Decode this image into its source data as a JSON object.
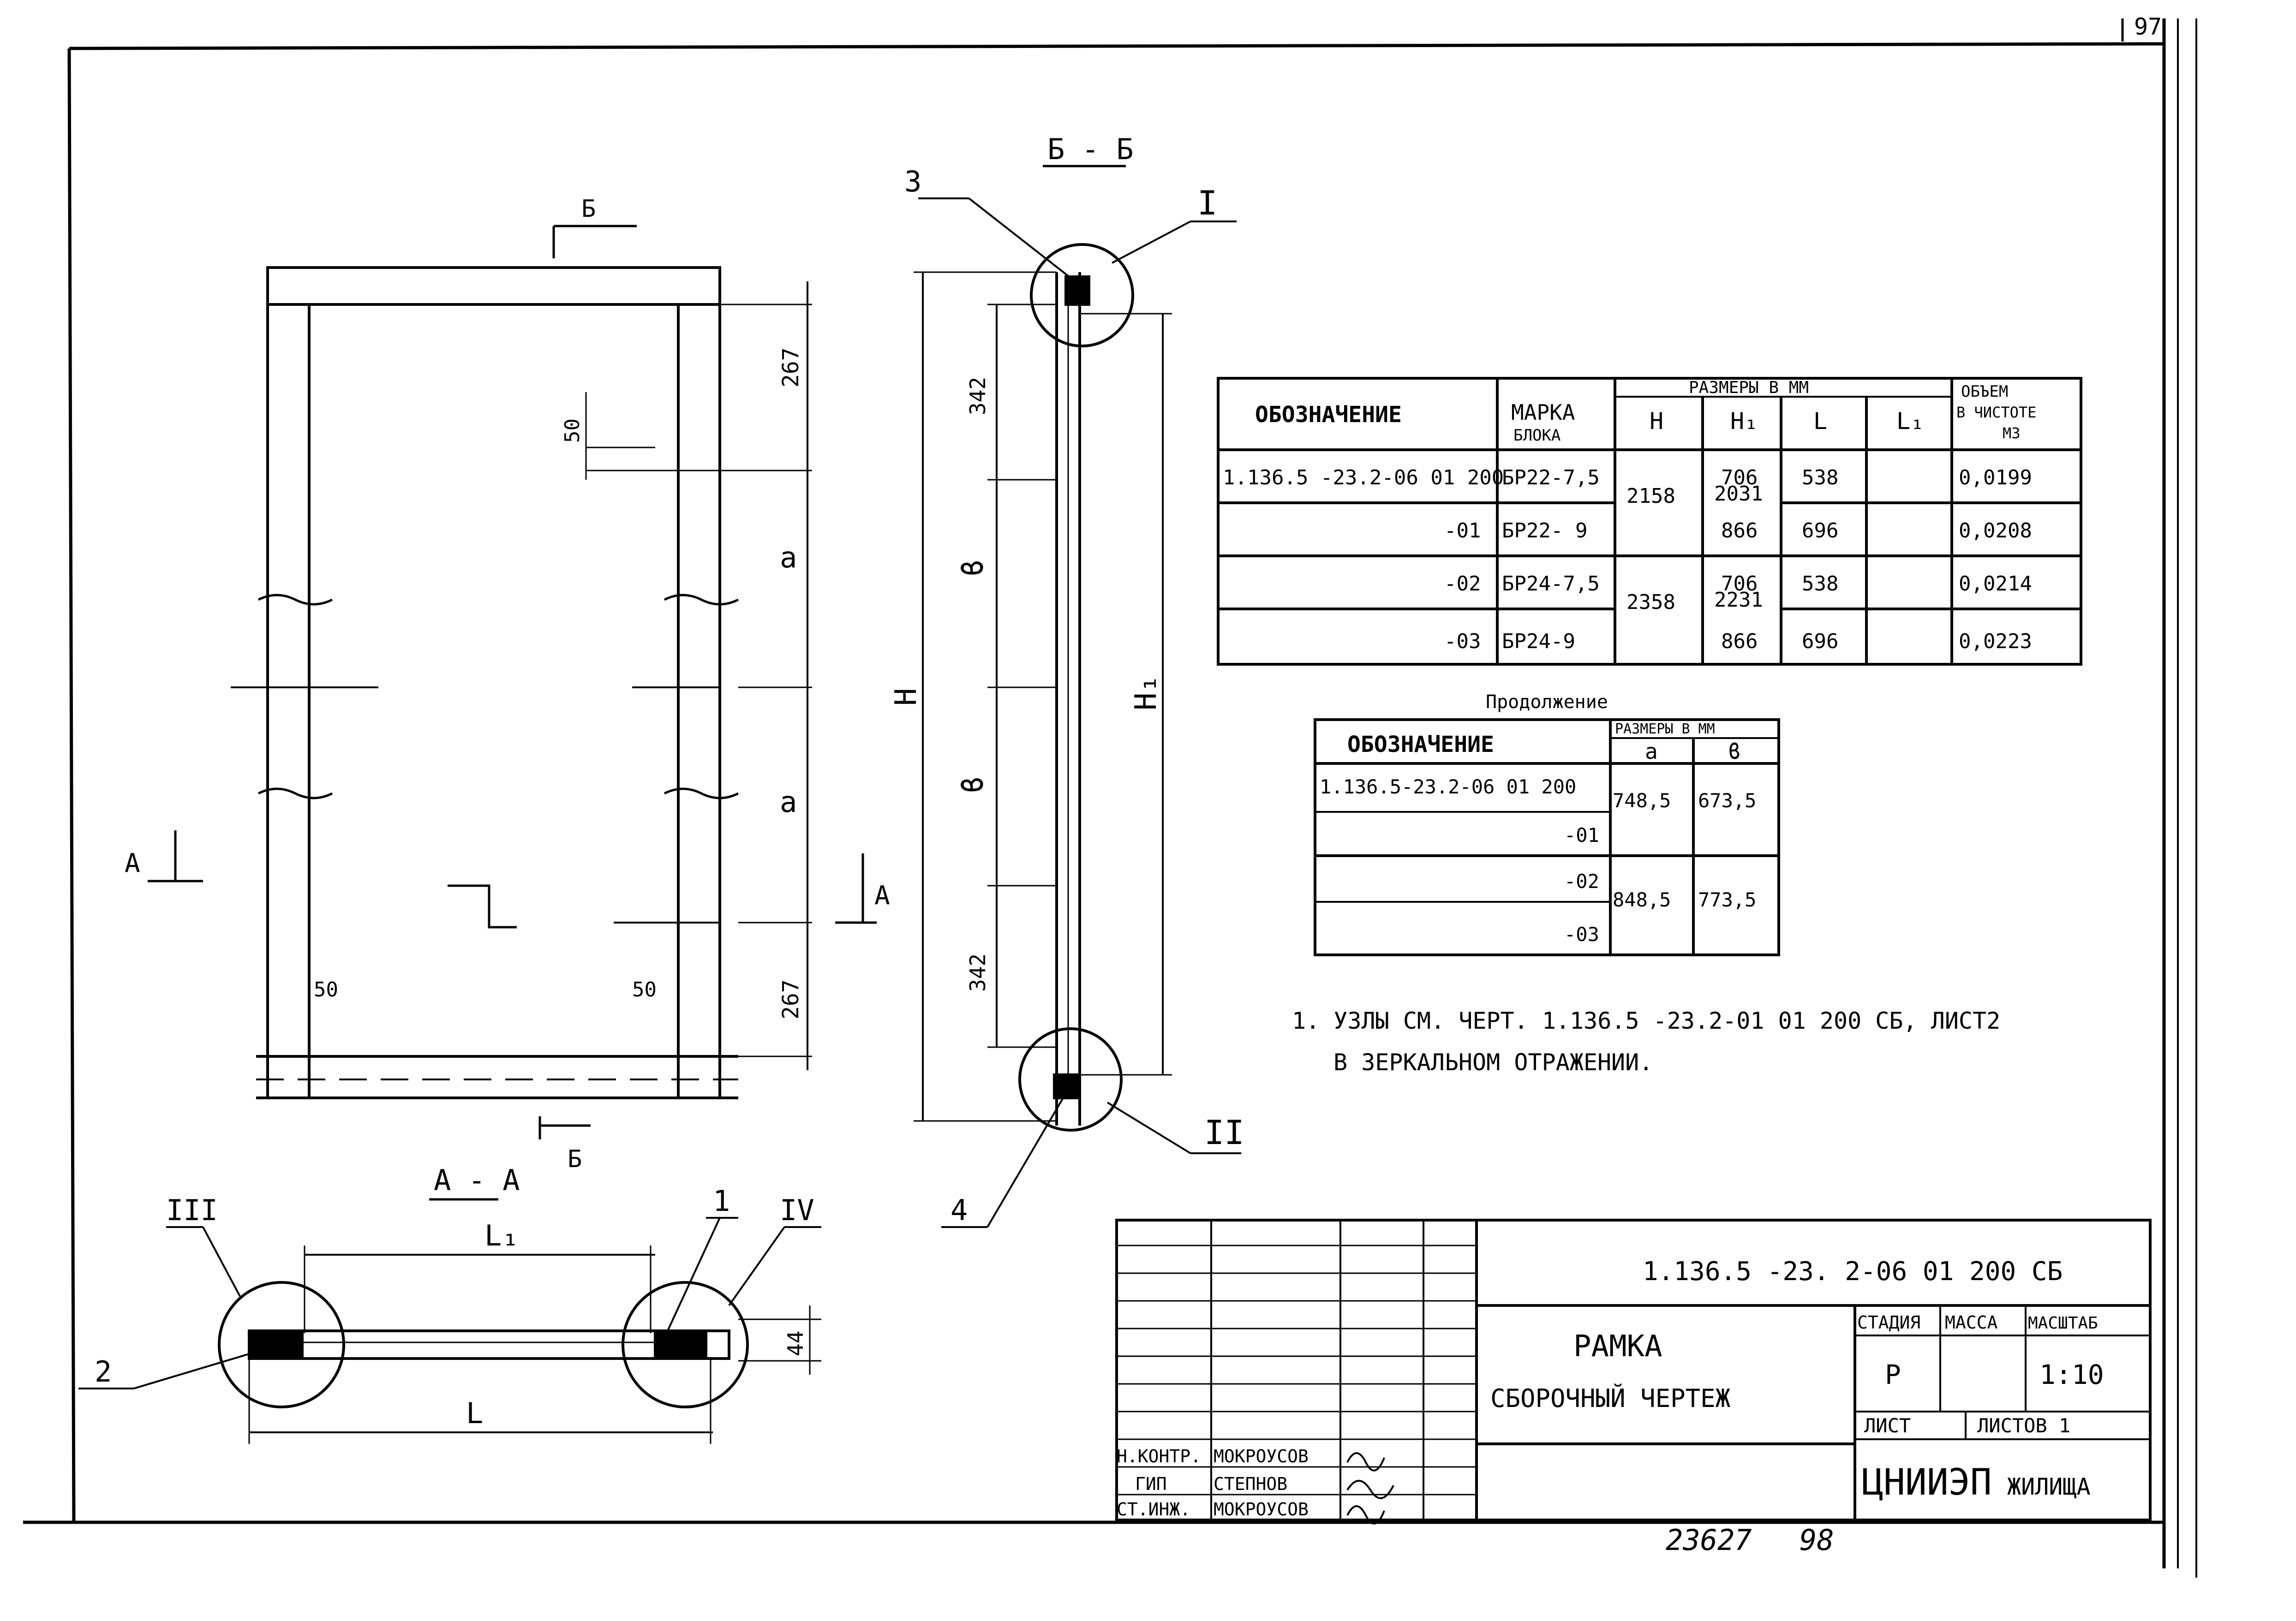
{
  "sheet_number": "97",
  "views": {
    "elevation": {
      "section_mark": "Б",
      "section_mark_bottom": "Б",
      "section_A_left": "А",
      "section_A_right": "А",
      "dims": {
        "top": "267",
        "a1": "a",
        "a2": "a",
        "bottom": "267",
        "gap": "50",
        "left_50": "50",
        "right_50": "50"
      }
    },
    "section_bb": {
      "title": "Б - Б",
      "callout_top": "I",
      "callout_bottom": "II",
      "pos_3": "3",
      "pos_4": "4",
      "dims": {
        "top": "342",
        "b1": "ϐ",
        "b2": "ϐ",
        "bottom": "342",
        "H": "H",
        "H1": "H₁"
      }
    },
    "section_aa": {
      "title": "А - А",
      "callout_left": "III",
      "callout_right": "IV",
      "pos_1": "1",
      "pos_2": "2",
      "dims": {
        "L": "L",
        "L1": "L₁",
        "h": "44"
      }
    }
  },
  "table_main": {
    "headers": {
      "designation": "ОБОЗНАЧЕНИЕ",
      "mark": "МАРКА",
      "mark2": "БЛОКА",
      "sizes": "РАЗМЕРЫ В ММ",
      "H": "H",
      "H1": "H₁",
      "L": "L",
      "L1": "L₁",
      "vol1": "ОБЪЕМ",
      "vol2": "В ЧИСТОТЕ",
      "vol3": "М3"
    },
    "rows": [
      {
        "designation": "1.136.5 -23.2-06 01 200",
        "mark": "БР22-7,5",
        "L": "706",
        "L1": "538",
        "vol": "0,0199"
      },
      {
        "designation": "-01",
        "mark": "БР22- 9",
        "L": "866",
        "L1": "696",
        "vol": "0,0208"
      },
      {
        "designation": "-02",
        "mark": "БР24-7,5",
        "L": "706",
        "L1": "538",
        "vol": "0,0214"
      },
      {
        "designation": "-03",
        "mark": "БР24-9",
        "L": "866",
        "L1": "696",
        "vol": "0,0223"
      }
    ],
    "merged": {
      "H_a": "2158",
      "H1_a": "2031",
      "H_b": "2358",
      "H1_b": "2231"
    }
  },
  "table_cont": {
    "title": "Продолжение",
    "headers": {
      "designation": "ОБОЗНАЧЕНИЕ",
      "sizes": "РАЗМЕРЫ В ММ",
      "a": "a",
      "b": "ϐ"
    },
    "rows": [
      {
        "designation": "1.136.5-23.2-06 01 200"
      },
      {
        "designation": "-01"
      },
      {
        "designation": "-02"
      },
      {
        "designation": "-03"
      }
    ],
    "merged": {
      "a_1": "748,5",
      "b_1": "673,5",
      "a_2": "848,5",
      "b_2": "773,5"
    }
  },
  "note": {
    "line1": "1. УЗЛЫ СМ. ЧЕРТ. 1.136.5 -23.2-01 01 200 СБ, ЛИСТ2",
    "line2": "В ЗЕРКАЛЬНОМ ОТРАЖЕНИИ."
  },
  "title_block": {
    "code": "1.136.5 -23. 2-06 01 200 СБ",
    "name1": "РАМКА",
    "name2": "СБОРОЧНЫЙ ЧЕРТЕЖ",
    "stage_label": "СТАДИЯ",
    "mass_label": "МАССА",
    "scale_label": "МАСШТАБ",
    "stage": "Р",
    "scale": "1:10",
    "sheet_label": "ЛИСТ",
    "sheets_label": "ЛИСТОВ 1",
    "org": "ЦНИИЭП",
    "org2": "ЖИЛИЩА",
    "roles": [
      {
        "role": "Н.КОНТР.",
        "name": "МОКРОУСОВ"
      },
      {
        "role": "ГИП",
        "name": "СТЕПНОВ"
      },
      {
        "role": "СТ.ИНЖ.",
        "name": "МОКРОУСОВ"
      }
    ]
  },
  "footer": {
    "inv": "23627",
    "page": "98"
  }
}
